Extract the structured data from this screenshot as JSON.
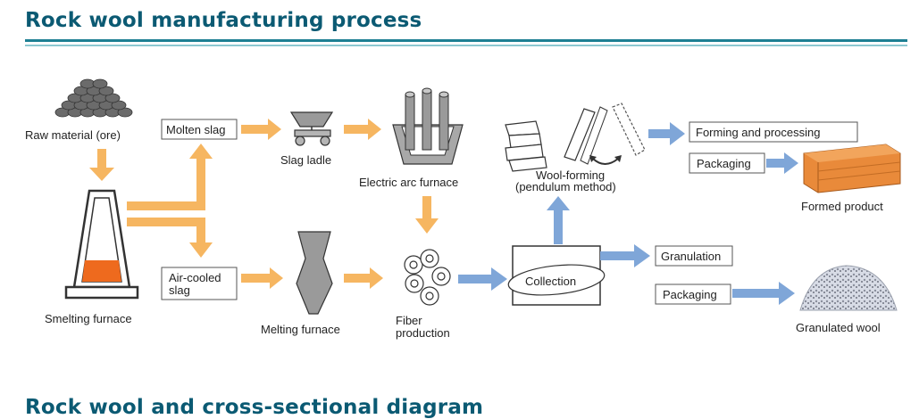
{
  "headings": {
    "main": "Rock wool manufacturing process",
    "second": "Rock wool and cross-sectional diagram"
  },
  "labels": {
    "raw_material": "Raw material (ore)",
    "molten_slag": "Molten slag",
    "slag_ladle": "Slag ladle",
    "electric_arc_furnace": "Electric arc furnace",
    "wool_forming_1": "Wool-forming",
    "wool_forming_2": "(pendulum method)",
    "forming_processing": "Forming and processing",
    "packaging_top": "Packaging",
    "formed_product": "Formed product",
    "smelting_furnace": "Smelting furnace",
    "air_cooled_1": "Air-cooled",
    "air_cooled_2": "slag",
    "melting_furnace": "Melting furnace",
    "fiber_1": "Fiber",
    "fiber_2": "production",
    "collection": "Collection",
    "granulation": "Granulation",
    "packaging_bottom": "Packaging",
    "granulated_wool": "Granulated wool"
  },
  "colors": {
    "heading": "#0b5a73",
    "orange_arrow": "#f6b661",
    "blue_arrow": "#7fa6d8",
    "molten": "#ee6a1e",
    "product": "#e98a3a",
    "machine_gray": "#9a9a9a"
  }
}
